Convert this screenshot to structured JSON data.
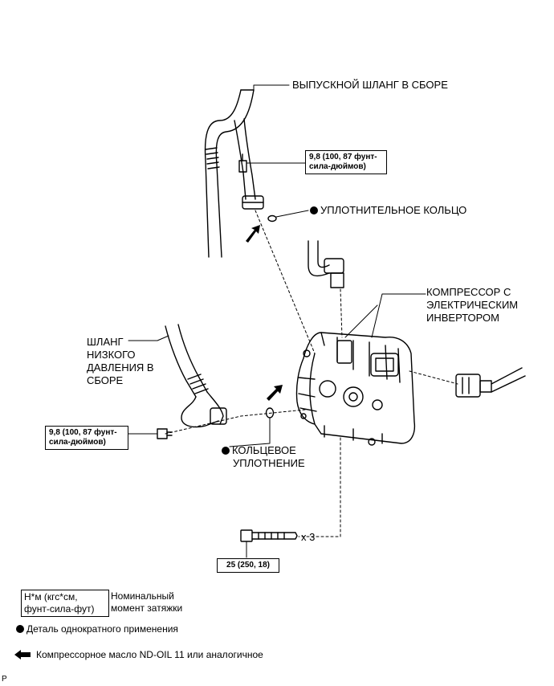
{
  "labels": {
    "discharge_hose": "ВЫПУСКНОЙ ШЛАНГ В СБОРЕ",
    "o_ring_top": "УПЛОТНИТЕЛЬНОЕ КОЛЬЦО",
    "compressor_line1": "КОМПРЕССОР С",
    "compressor_line2": "ЭЛЕКТРИЧЕСКИМ",
    "compressor_line3": "ИНВЕРТОРОМ",
    "suction_line1": "ШЛАНГ",
    "suction_line2": "НИЗКОГО",
    "suction_line3": "ДАВЛЕНИЯ В",
    "suction_line4": "СБОРЕ",
    "o_ring_bottom_line1": "КОЛЬЦЕВОЕ",
    "o_ring_bottom_line2": "УПЛОТНЕНИЕ",
    "multiplier": "x 3",
    "corner_mark": "P"
  },
  "torques": {
    "top_line1": "9,8 (100, 87 фунт-",
    "top_line2": "сила-дюймов)",
    "left_line1": "9,8 (100, 87 фунт-",
    "left_line2": "сила-дюймов)",
    "bolt": "25 (250, 18)"
  },
  "legend": {
    "unit_line1": "Н*м (кгс*см,",
    "unit_line2": "фунт-сила-фут)",
    "unit_desc_line1": "Номинальный",
    "unit_desc_line2": "момент затяжки",
    "non_reusable": "Деталь однократного применения",
    "oil": "Компрессорное масло ND-OIL 11 или аналогичное"
  }
}
